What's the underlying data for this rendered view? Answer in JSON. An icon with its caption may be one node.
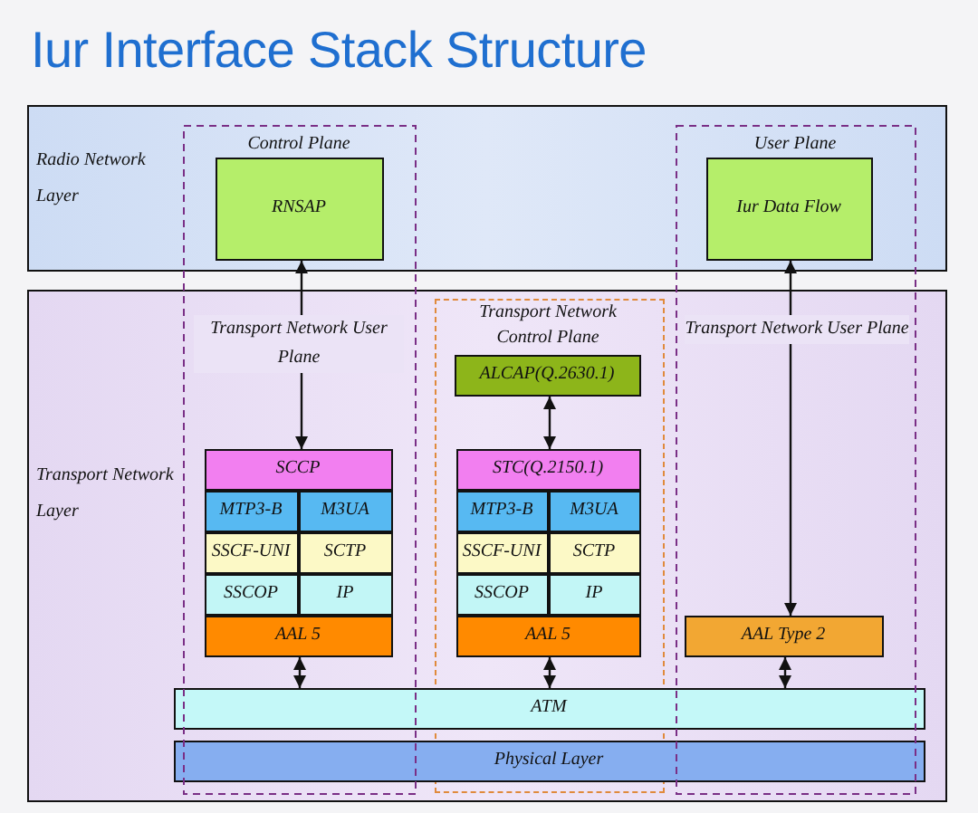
{
  "diagram": {
    "title": "Iur Interface Stack Structure",
    "nodes": [
      {
        "text": [
          "Radio Network Layer"
        ]
      },
      {
        "text": [
          "Transport Network Layer"
        ]
      },
      {
        "text": [
          "Transport Network Control Plane"
        ],
        "in": 1
      },
      {
        "text": [
          "RNSAP"
        ],
        "in": 0
      },
      {
        "text": [
          "Iur Data Flow"
        ],
        "in": 0
      },
      {
        "text": [
          "ALCAP(Q.2630.1)"
        ],
        "in": 2
      },
      {
        "text": [
          "SCCP"
        ],
        "in": 1
      },
      {
        "text": [
          "MTP3-B"
        ],
        "in": 1
      },
      {
        "text": [
          "M3UA"
        ],
        "in": 1
      },
      {
        "text": [
          "SSCF-UNI"
        ],
        "in": 1
      },
      {
        "text": [
          "SCTP"
        ],
        "in": 1
      },
      {
        "text": [
          "SSCOP"
        ],
        "in": 1
      },
      {
        "text": [
          "IP"
        ],
        "in": 1
      },
      {
        "text": [
          "AAL 5"
        ],
        "in": 1
      },
      {
        "text": [
          "STC(Q.2150.1)"
        ],
        "in": 2
      },
      {
        "text": [
          "MTP3-B"
        ],
        "in": 2
      },
      {
        "text": [
          "M3UA"
        ],
        "in": 2
      },
      {
        "text": [
          "SSCF-UNI"
        ],
        "in": 2
      },
      {
        "text": [
          "SCTP"
        ],
        "in": 2
      },
      {
        "text": [
          "SSCOP"
        ],
        "in": 2
      },
      {
        "text": [
          "IP"
        ],
        "in": 2
      },
      {
        "text": [
          "AAL 5"
        ],
        "in": 2
      },
      {
        "text": [
          "AAL Type 2"
        ],
        "in": 1
      },
      {
        "text": [
          "ATM"
        ],
        "in": 1
      },
      {
        "text": [
          "Physical Layer"
        ],
        "in": 1
      }
    ],
    "edges": [
      {
        "from": 3,
        "to": 6,
        "arrow": "both"
      },
      {
        "from": 4,
        "to": 22,
        "arrow": "both"
      },
      {
        "from": 5,
        "to": 14,
        "arrow": "both"
      },
      {
        "from": 13,
        "to": 23,
        "arrow": "both"
      },
      {
        "from": 21,
        "to": 23,
        "arrow": "both"
      },
      {
        "from": 22,
        "to": 23,
        "arrow": "both"
      }
    ],
    "labels": [
      "Control Plane",
      "User Plane",
      "Transport Network User Plane",
      "Transport Network User Plane"
    ]
  }
}
